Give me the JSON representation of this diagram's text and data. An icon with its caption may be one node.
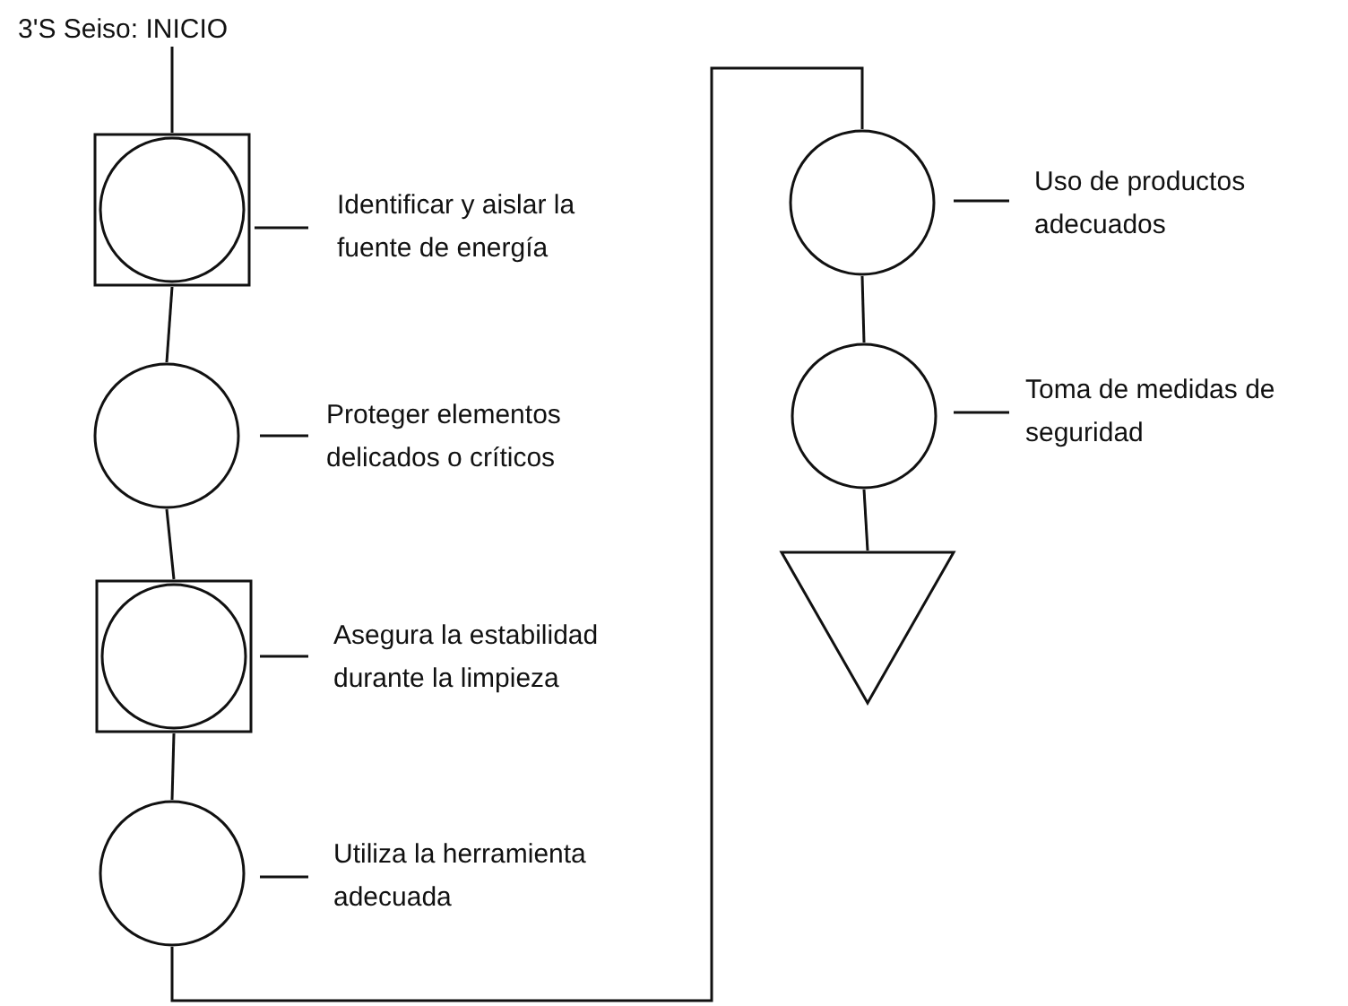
{
  "diagram": {
    "title": "3'S Seiso: INICIO",
    "nodes": [
      {
        "text": [],
        "shape": "box",
        "beside": [
          "Identificar y aislar la fuente de energía"
        ]
      },
      {
        "text": [],
        "shape": "circle",
        "beside": [
          "Proteger elementos delicados o críticos"
        ]
      },
      {
        "text": [],
        "shape": "box",
        "beside": [
          "Asegura la estabilidad durante la limpieza"
        ]
      },
      {
        "text": [],
        "shape": "circle",
        "beside": [
          "Utiliza la herramienta adecuada"
        ]
      },
      {
        "text": [],
        "shape": "circle",
        "beside": [
          "Uso de productos adecuados"
        ]
      },
      {
        "text": [],
        "shape": "circle",
        "beside": [
          "Toma de medidas de seguridad"
        ]
      },
      {
        "text": [],
        "shape": "triangle"
      }
    ],
    "edges": [
      {
        "from": null,
        "to": 0,
        "arrow": "none"
      },
      {
        "from": 0,
        "to": 1,
        "arrow": "none"
      },
      {
        "from": 1,
        "to": 2,
        "arrow": "none"
      },
      {
        "from": 2,
        "to": 3,
        "arrow": "none"
      },
      {
        "from": 3,
        "to": 4,
        "arrow": "none"
      },
      {
        "from": 4,
        "to": 5,
        "arrow": "none"
      },
      {
        "from": 5,
        "to": 6,
        "arrow": "none"
      }
    ]
  }
}
